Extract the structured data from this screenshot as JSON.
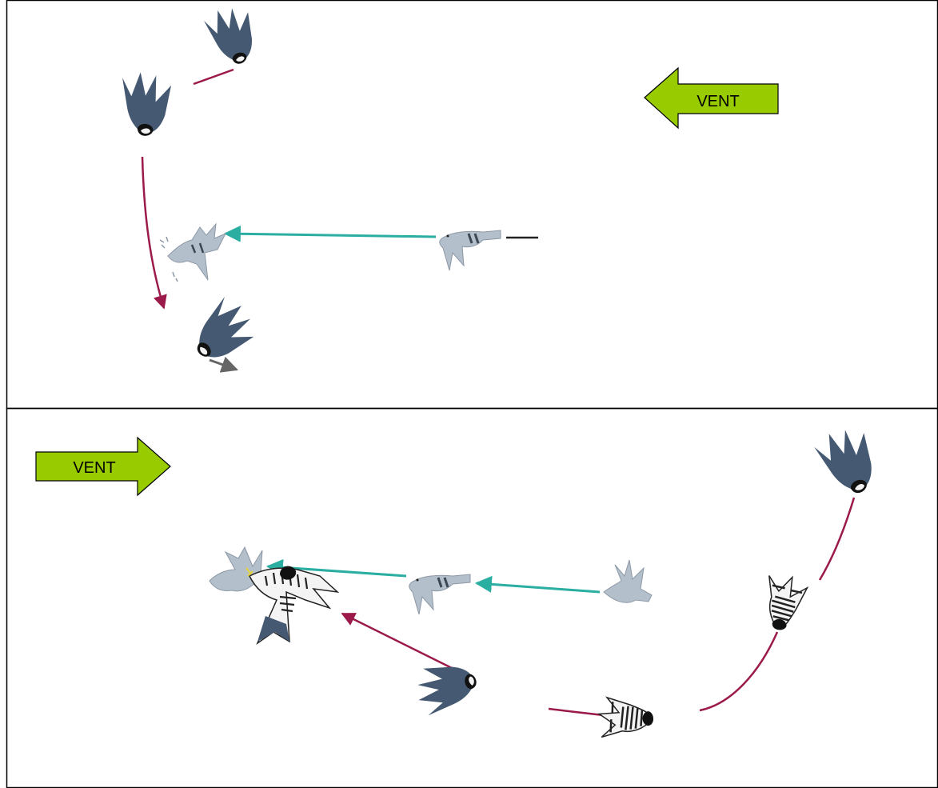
{
  "panels": [
    {
      "wind": {
        "label": "VENT",
        "direction": "left"
      },
      "elements": [
        "falcon",
        "falcon",
        "pigeon-hit",
        "pigeon",
        "falcon"
      ]
    },
    {
      "wind": {
        "label": "VENT",
        "direction": "right"
      },
      "elements": [
        "falcon",
        "falcon-striped",
        "falcon-striped",
        "falcon",
        "pigeon",
        "pigeon",
        "falcon-striped-with-pigeon"
      ]
    }
  ],
  "colors": {
    "wind_fill": "#99cc00",
    "falcon": "#455a72",
    "falcon_path": "#9b1a4a",
    "pigeon": "#b4bfcc",
    "pigeon_path": "#2aaea2",
    "escape_arrow": "#666666",
    "border": "#000000"
  },
  "icons": [
    "falcon-icon",
    "pigeon-icon",
    "arrow-icon"
  ]
}
